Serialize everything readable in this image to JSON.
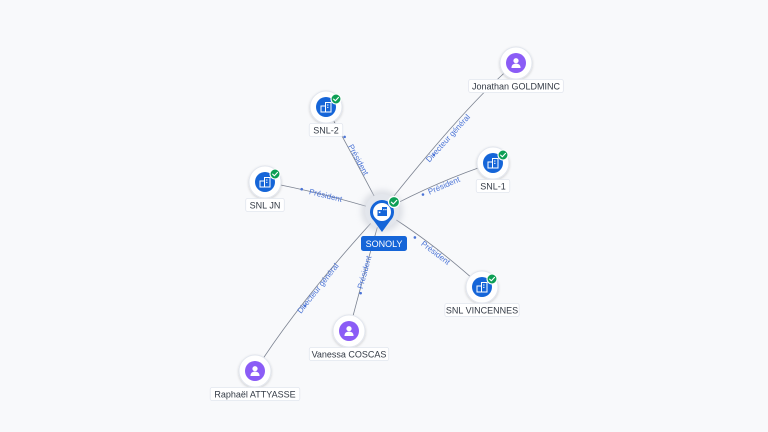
{
  "center": {
    "label": "SONOLY",
    "icon": "building-icon",
    "verified": true
  },
  "colors": {
    "company": "#1565d8",
    "person": "#8b5cf6",
    "verified": "#0d9f55",
    "edge": "#7b8290",
    "edge_label": "#4b74d6"
  },
  "nodes": [
    {
      "id": "n_jonathan",
      "label": "Jonathan GOLDMINC",
      "kind": "person",
      "icon": "person-icon",
      "verified": false,
      "edge": "Directeur général"
    },
    {
      "id": "n_snl2",
      "label": "SNL-2",
      "kind": "company",
      "icon": "building-icon",
      "verified": true,
      "edge": "Président"
    },
    {
      "id": "n_snl1",
      "label": "SNL-1",
      "kind": "company",
      "icon": "building-icon",
      "verified": true,
      "edge": "Président"
    },
    {
      "id": "n_snljn",
      "label": "SNL JN",
      "kind": "company",
      "icon": "building-icon",
      "verified": true,
      "edge": "Président"
    },
    {
      "id": "n_snlvinc",
      "label": "SNL VINCENNES",
      "kind": "company",
      "icon": "building-icon",
      "verified": true,
      "edge": "Président"
    },
    {
      "id": "n_vanessa",
      "label": "Vanessa COSCAS",
      "kind": "person",
      "icon": "person-icon",
      "verified": false,
      "edge": "Président"
    },
    {
      "id": "n_raphael",
      "label": "Raphaël ATTYASSE",
      "kind": "person",
      "icon": "person-icon",
      "verified": false,
      "edge": "Directeur général"
    }
  ]
}
